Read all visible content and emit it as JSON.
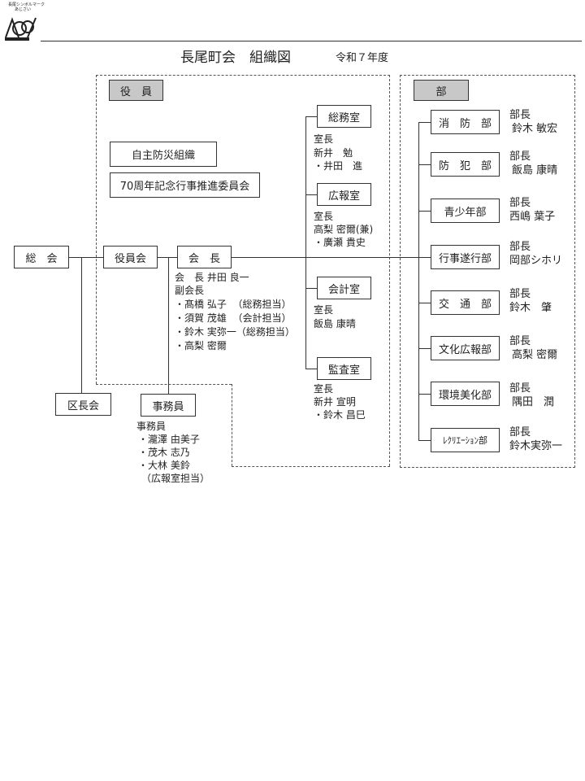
{
  "logo": {
    "caption1": "長尾シンボルマーク",
    "caption2": "あじさい"
  },
  "title": {
    "main": "長尾町会　組織図",
    "year": "令和７年度"
  },
  "sections": {
    "officers": "役　員",
    "departments": "部"
  },
  "nodes": {
    "soukai": "総　会",
    "yakuinkai": "役員会",
    "kaichou": "会　長",
    "kuchoukai": "区長会",
    "jimuin": "事務員",
    "jishubousai": "自主防災組織",
    "anniversary": "70周年記念行事推進委員会",
    "soumu": "総務室",
    "kouhou": "広報室",
    "kaikei": "会計室",
    "kansa": "監査室"
  },
  "kaichou_members": [
    "会　長 井田 良一",
    "副会長",
    "・髙橋 弘子  （総務担当）",
    "・須賀 茂雄  （会計担当）",
    "・鈴木 実弥一（総務担当）",
    "・高梨 密爾"
  ],
  "jimuin_members": [
    "事務員",
    "・瀧澤 由美子",
    "・茂木 志乃",
    "・大林 美鈴",
    "（広報室担当）"
  ],
  "rooms": {
    "soumu": [
      "室長",
      "新井　勉",
      "・井田　進"
    ],
    "kouhou": [
      "室長",
      "高梨 密爾(兼)",
      "・廣瀬 貴史"
    ],
    "kaikei": [
      "室長",
      "飯島 康晴"
    ],
    "kansa": [
      "室長",
      "新井 宣明",
      "・鈴木 昌巳"
    ]
  },
  "departments": [
    {
      "name": "消　防　部",
      "title": "部長",
      "head": "鈴木 敏宏"
    },
    {
      "name": "防　犯　部",
      "title": "部長",
      "head": "飯島 康晴"
    },
    {
      "name": "青少年部",
      "title": "部長",
      "head": "西嶋 葉子"
    },
    {
      "name": "行事遂行部",
      "title": "部長",
      "head": "岡部シホリ"
    },
    {
      "name": "交　通　部",
      "title": "部長",
      "head": "鈴木　肇"
    },
    {
      "name": "文化広報部",
      "title": "部長",
      "head": "高梨 密爾"
    },
    {
      "name": "環境美化部",
      "title": "部長",
      "head": "隅田　潤"
    },
    {
      "name": "ﾚｸﾘｴｰｼｮﾝ部",
      "title": "部長",
      "head": "鈴木実弥一"
    }
  ]
}
